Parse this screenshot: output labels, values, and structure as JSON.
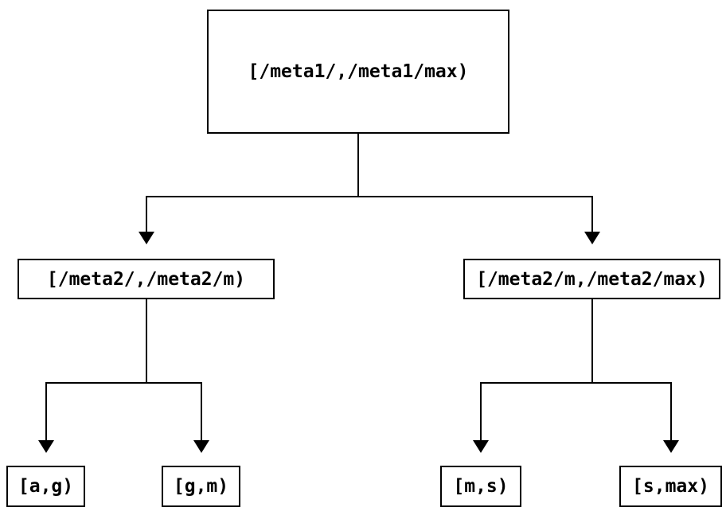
{
  "diagram": {
    "type": "tree",
    "description_of_depiction": "two-level range partition tree",
    "colors": {
      "background": "#ffffff",
      "line": "#000000",
      "text": "#000000",
      "node_fill": "#ffffff"
    },
    "nodes": {
      "root": {
        "label": "[/meta1/,/meta1/max)"
      },
      "meta2_left": {
        "label": "[/meta2/,/meta2/m)"
      },
      "meta2_right": {
        "label": "[/meta2/m,/meta2/max)"
      },
      "leaf_ag": {
        "label": "[a,g)"
      },
      "leaf_gm": {
        "label": "[g,m)"
      },
      "leaf_ms": {
        "label": "[m,s)"
      },
      "leaf_smax": {
        "label": "[s,max)"
      }
    },
    "edges": [
      {
        "from": "root",
        "to": "meta2_left"
      },
      {
        "from": "root",
        "to": "meta2_right"
      },
      {
        "from": "meta2_left",
        "to": "leaf_ag"
      },
      {
        "from": "meta2_left",
        "to": "leaf_gm"
      },
      {
        "from": "meta2_right",
        "to": "leaf_ms"
      },
      {
        "from": "meta2_right",
        "to": "leaf_smax"
      }
    ]
  }
}
